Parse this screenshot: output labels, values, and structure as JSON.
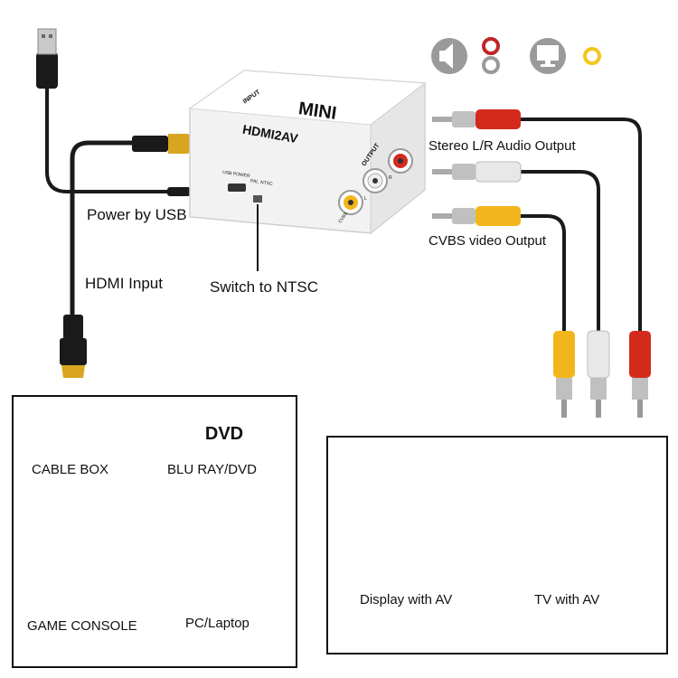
{
  "device": {
    "brand": "MINI",
    "model": "HDMI2AV",
    "input_label": "INPUT",
    "output_label": "OUTPUT",
    "usb_power_label": "USB POWER",
    "pal_label": "PAL",
    "ntsc_label": "NTSC",
    "cvbs_label": "CVBS",
    "r_label": "R",
    "l_label": "L"
  },
  "labels": {
    "power_by_usb": "Power by USB",
    "hdmi_input": "HDMI Input",
    "switch_to_ntsc": "Switch to NTSC",
    "stereo_output": "Stereo L/R Audio Output",
    "cvbs_output": "CVBS video Output"
  },
  "sources": {
    "items": [
      {
        "label": "CABLE BOX",
        "icon": "cable-box-icon"
      },
      {
        "label": "BLU RAY/DVD",
        "icon": "dvd-icon",
        "badge": "DVD"
      },
      {
        "label": "GAME CONSOLE",
        "icon": "game-console-icon"
      },
      {
        "label": "PC/Laptop",
        "icon": "pc-icon"
      }
    ]
  },
  "outputs": {
    "items": [
      {
        "label": "Display with AV",
        "icon": "monitor-icon"
      },
      {
        "label": "TV with AV",
        "icon": "tv-icon"
      }
    ]
  },
  "top_icons": [
    "speaker-icon",
    "audio-jacks-icon",
    "monitor-icon",
    "video-jack-icon"
  ],
  "colors": {
    "red": "#d42a1e",
    "white": "#e8e8e8",
    "yellow": "#f2b51b",
    "cable": "#1a1a1a",
    "gold": "#d9a520"
  }
}
